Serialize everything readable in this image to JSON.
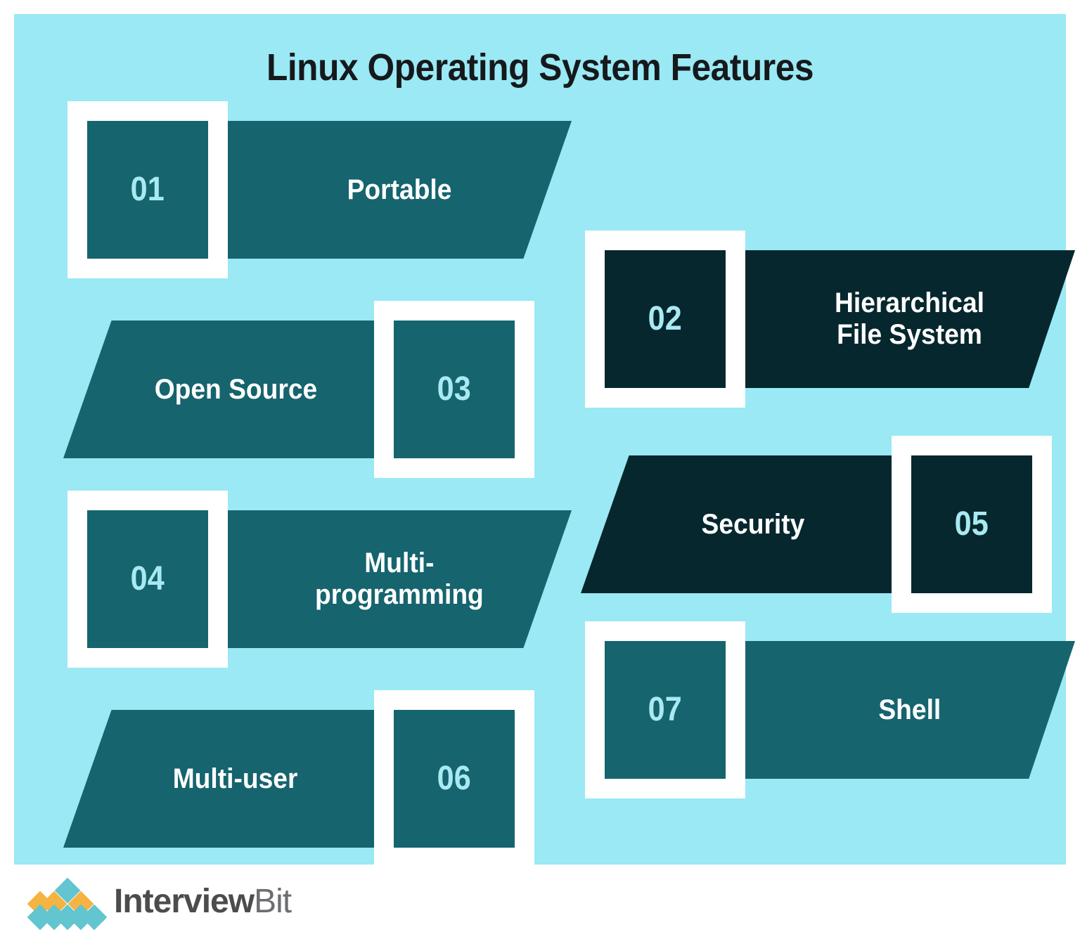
{
  "page": {
    "title": "Linux Operating System Features",
    "background_color": "#9ae9f4",
    "outer_background_color": "#ffffff",
    "title_color": "#16191c"
  },
  "colors": {
    "teal_light": "#15646e",
    "teal_dark": "#06272e",
    "frame_white": "#ffffff",
    "number_text": "#a9e9f2",
    "label_text": "#ffffff",
    "logo_teal": "#62c5cf",
    "logo_orange": "#f5b342",
    "logo_text_dark": "#4c4c4e",
    "logo_text_light": "#6d6e71"
  },
  "features": [
    {
      "number": "01",
      "label": "Portable",
      "shade": "teal_light",
      "layout": "number-left"
    },
    {
      "number": "02",
      "label": "Hierarchical\nFile System",
      "shade": "teal_dark",
      "layout": "number-left"
    },
    {
      "number": "03",
      "label": "Open Source",
      "shade": "teal_light",
      "layout": "number-right"
    },
    {
      "number": "04",
      "label": "Multi-\nprogramming",
      "shade": "teal_light",
      "layout": "number-left"
    },
    {
      "number": "05",
      "label": "Security",
      "shade": "teal_dark",
      "layout": "number-right"
    },
    {
      "number": "06",
      "label": "Multi-user",
      "shade": "teal_light",
      "layout": "number-right"
    },
    {
      "number": "07",
      "label": "Shell",
      "shade": "teal_light",
      "layout": "number-left"
    }
  ],
  "footer": {
    "logo_text_primary": "Interview",
    "logo_text_secondary": "Bit",
    "logo_mark_name": "interviewbit-diamond-pyramid"
  }
}
